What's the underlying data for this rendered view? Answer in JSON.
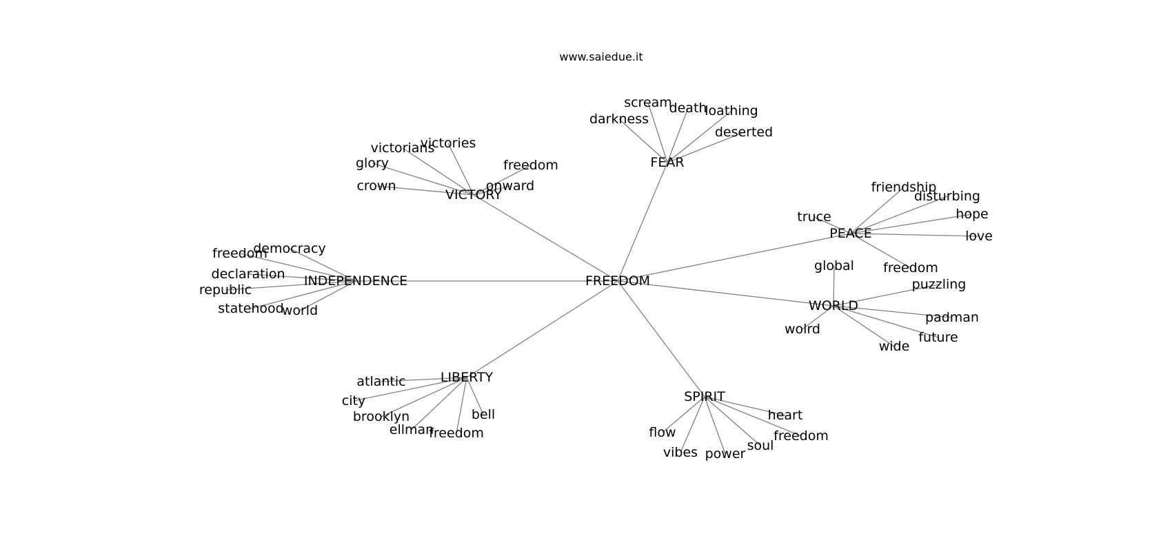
{
  "title": "www.saiedue.it",
  "graph": {
    "root": "FREEDOM",
    "groups": [
      {
        "hub": "VICTORY",
        "leaves": [
          "victories",
          "victorians",
          "glory",
          "crown",
          "freedom",
          "onward"
        ]
      },
      {
        "hub": "FEAR",
        "leaves": [
          "scream",
          "death",
          "loathing",
          "darkness",
          "deserted"
        ]
      },
      {
        "hub": "PEACE",
        "leaves": [
          "friendship",
          "disturbing",
          "hope",
          "truce",
          "love",
          "freedom"
        ]
      },
      {
        "hub": "INDEPENDENCE",
        "leaves": [
          "democracy",
          "freedom",
          "declaration",
          "republic",
          "statehood",
          "world"
        ]
      },
      {
        "hub": "WORLD",
        "leaves": [
          "global",
          "puzzling",
          "padman",
          "wolrd",
          "future",
          "wide"
        ]
      },
      {
        "hub": "LIBERTY",
        "leaves": [
          "atlantic",
          "city",
          "brooklyn",
          "ellman",
          "freedom",
          "bell"
        ]
      },
      {
        "hub": "SPIRIT",
        "leaves": [
          "heart",
          "freedom",
          "flow",
          "soul",
          "vibes",
          "power"
        ]
      }
    ]
  }
}
